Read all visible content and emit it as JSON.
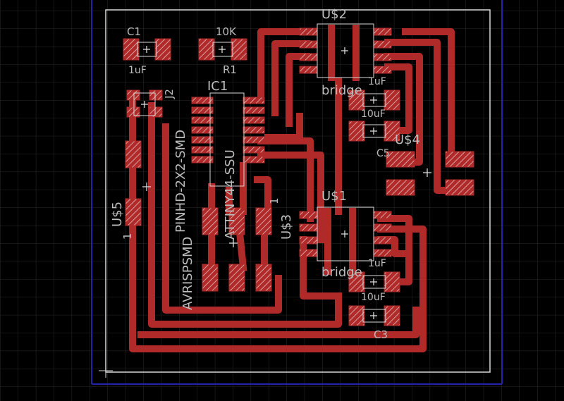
{
  "colors": {
    "background": "#000000",
    "grid": "#2a2a2a",
    "frame": "#2222aa",
    "outline": "#d8d8d8",
    "copper": "#b12a2a",
    "pad_fill": "#a8a8a8",
    "silk": "#bcbcbc"
  },
  "labels": {
    "c1": "C1",
    "r1_value": "10K",
    "c1_value": "1uF",
    "r1": "R1",
    "ic1": "IC1",
    "ic1_pkg": "ATTINY44-SSU",
    "pinhd": "PINHD-2X2-SMD",
    "j2": "J2",
    "avrisp": "AVRISPSMD",
    "us5": "U$5",
    "us5_pin": "1",
    "us3": "U$3",
    "us3_pin": "1",
    "us2": "U$2",
    "us2_name": "bridge",
    "us2_cap1": "1uF",
    "us2_cap2": "10uF",
    "us4": "U$4",
    "c_u4": "C5",
    "us1": "U$1",
    "us1_name": "bridge",
    "us1_cap1": "1uF",
    "us1_cap2": "10uF",
    "c3": "C3"
  },
  "toolbar_hint": "none"
}
